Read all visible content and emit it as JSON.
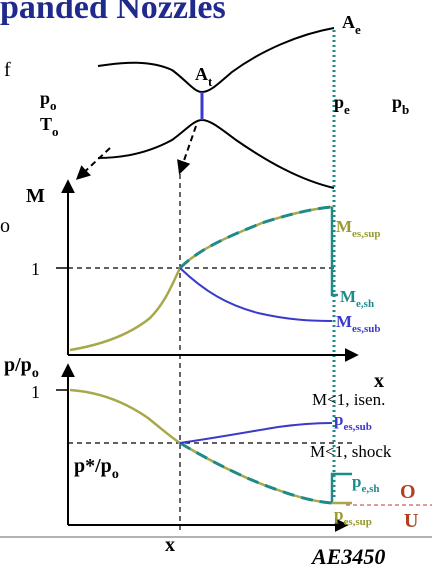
{
  "slide": {
    "title_partial": "panded Nozzles",
    "left_edge_fragment": "f",
    "left_edge_fragment_2": "o",
    "footer": "AE3450"
  },
  "nozzle": {
    "exit_area": {
      "main": "A",
      "sub": "e"
    },
    "throat_area": {
      "main": "A",
      "sub": "t"
    },
    "stagnation_pressure": {
      "main": "p",
      "sub": "o"
    },
    "stagnation_temperature": {
      "main": "T",
      "sub": "o"
    },
    "exit_pressure": {
      "main": "p",
      "sub": "e"
    },
    "back_pressure": {
      "main": "p",
      "sub": "b"
    }
  },
  "mach_plot": {
    "ylabel": "M",
    "tick_one": "1",
    "labels": {
      "m_es_sup": {
        "main": "M",
        "sub": "es,sup"
      },
      "m_e_sh": {
        "main": "M",
        "sub": "e,sh"
      },
      "m_es_sub": {
        "main": "M",
        "sub": "es,sub"
      }
    },
    "xlabel": "x"
  },
  "pressure_plot": {
    "ylabel_main": "p/p",
    "ylabel_sub": "o",
    "tick_one": "1",
    "critical_ratio_main": "p*/p",
    "critical_ratio_sub": "o",
    "labels": {
      "isentropic_subsonic": "M<1, isen.",
      "p_es_sub": {
        "main": "p",
        "sub": "es,sub"
      },
      "shock": "M<1, shock",
      "p_e_sh": {
        "main": "p",
        "sub": "e,sh"
      },
      "p_es_sup": {
        "main": "p",
        "sub": "es,sup"
      }
    },
    "region_over": "O",
    "region_under": "U",
    "xlabel": "x"
  },
  "colors": {
    "title_blue": "#1f2a8c",
    "subsonic_blue": "#3a3acc",
    "supersonic_olive": "#a8a84a",
    "shock_teal": "#1f8a8a",
    "region_red": "#b04020",
    "label_olive": "#9a9a30"
  }
}
